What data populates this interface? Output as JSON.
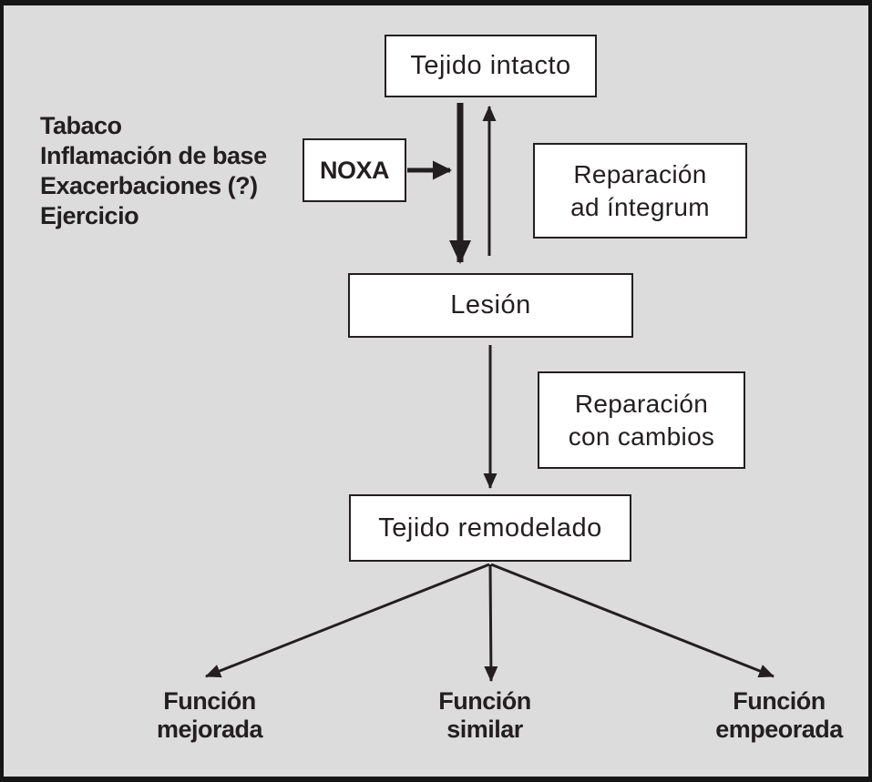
{
  "colors": {
    "background": "#dcdcdc",
    "box_fill": "#ffffff",
    "line": "#231f20",
    "frame": "#161616"
  },
  "nodes": {
    "tejido_intacto": "Tejido intacto",
    "noxa": "NOXA",
    "reparacion_ad_integrum": {
      "line1": "Reparación",
      "line2": "ad íntegrum"
    },
    "lesion": "Lesión",
    "reparacion_con_cambios": {
      "line1": "Reparación",
      "line2": "con cambios"
    },
    "tejido_remodelado": "Tejido remodelado"
  },
  "factors": [
    "Tabaco",
    "Inflamación de base",
    "Exacerbaciones (?)",
    "Ejercicio"
  ],
  "outcomes": [
    {
      "line1": "Función",
      "line2": "mejorada"
    },
    {
      "line1": "Función",
      "line2": "similar"
    },
    {
      "line1": "Función",
      "line2": "empeorada"
    }
  ]
}
